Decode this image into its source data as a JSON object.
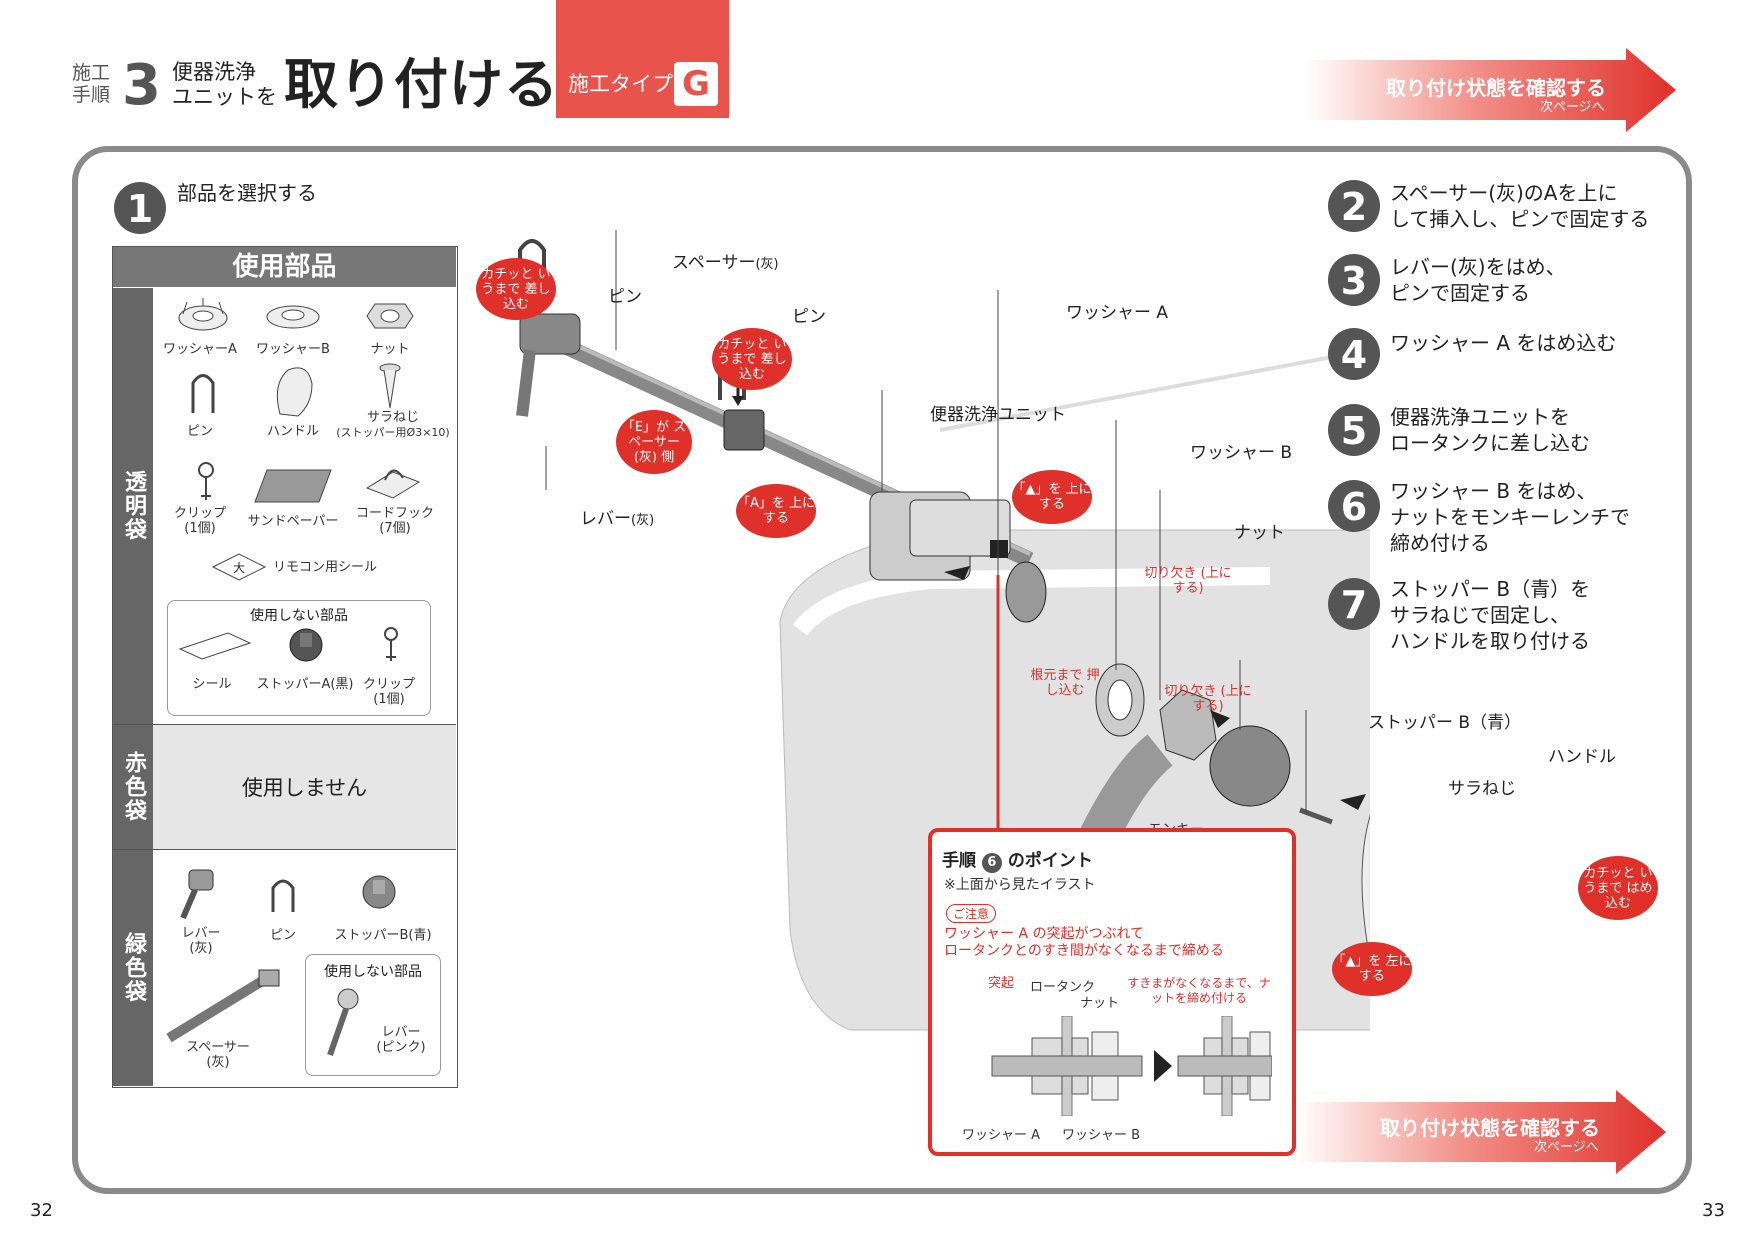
{
  "header": {
    "step_word_1": "施工",
    "step_word_2": "手順",
    "step_number": "3",
    "unit_line_1": "便器洗浄",
    "unit_line_2": "ユニットを",
    "title": "取り付ける",
    "type_label": "施工タイプ",
    "type_letter": "G"
  },
  "top_link": {
    "main": "取り付け状態を確認する",
    "sub": "次ページへ"
  },
  "bottom_link": {
    "main": "取り付け状態を確認する",
    "sub": "次ページへ"
  },
  "step1": {
    "number": "1",
    "text": "部品を選択する"
  },
  "parts": {
    "header": "使用部品",
    "clear_bag": {
      "tab": "透明袋",
      "items": [
        {
          "label": "ワッシャーA"
        },
        {
          "label": "ワッシャーB"
        },
        {
          "label": "ナット"
        },
        {
          "label": "ピン"
        },
        {
          "label": "ハンドル"
        },
        {
          "label": "サラねじ",
          "note": "(ストッパー用Ø3×10)"
        },
        {
          "label": "クリップ",
          "note": "(1個)"
        },
        {
          "label": "サンドペーパー"
        },
        {
          "label": "コードフック",
          "note": "(7個)"
        },
        {
          "label": "リモコン用シール"
        }
      ],
      "unused_title": "使用しない部品",
      "unused": [
        {
          "label": "シール"
        },
        {
          "label": "ストッパーA(黒)"
        },
        {
          "label": "クリップ",
          "note": "(1個)"
        }
      ]
    },
    "red_bag": {
      "tab": "赤色袋",
      "text": "使用しません"
    },
    "green_bag": {
      "tab": "緑色袋",
      "items": [
        {
          "label": "レバー",
          "note": "(灰)"
        },
        {
          "label": "ピン"
        },
        {
          "label": "ストッパーB(青)"
        },
        {
          "label": "スペーサー",
          "note": "(灰)"
        }
      ],
      "unused_title": "使用しない部品",
      "unused": [
        {
          "label": "レバー",
          "note": "(ピンク)"
        }
      ]
    }
  },
  "steps": [
    {
      "number": "2",
      "line1": "スペーサー(灰)のAを上に",
      "line2": "して挿入し、ピンで固定する"
    },
    {
      "number": "3",
      "line1": "レバー(灰)をはめ、",
      "line2": "ピンで固定する"
    },
    {
      "number": "4",
      "line1": "ワッシャー A をはめ込む",
      "line2": ""
    },
    {
      "number": "5",
      "line1": "便器洗浄ユニットを",
      "line2": "ロータンクに差し込む"
    },
    {
      "number": "6",
      "line1": "ワッシャー B をはめ、",
      "line2": "ナットをモンキーレンチで",
      "line3": "締め付ける"
    },
    {
      "number": "7",
      "line1": "ストッパー B（青）を",
      "line2": "サラねじで固定し、",
      "line3": "ハンドルを取り付ける"
    }
  ],
  "diagram": {
    "spacer": "スペーサー",
    "spacer_note": "(灰)",
    "pin1": "ピン",
    "pin2": "ピン",
    "lever": "レバー",
    "lever_note": "(灰)",
    "washer_a": "ワッシャー A",
    "unit": "便器洗浄ユニット",
    "washer_b": "ワッシャー B",
    "nut": "ナット",
    "stopper_b": "ストッパー B（青）",
    "handle": "ハンドル",
    "screw": "サラねじ",
    "wrench": "モンキーレンチ",
    "callout_click1": "カチッと いうまで 差し込む",
    "callout_click2": "カチッと いうまで 差し込む",
    "callout_e_side": "「E」が スペーサー (灰) 側",
    "callout_a_up": "「A」を 上にする",
    "callout_tri_up": "「▲」を 上にする",
    "callout_tri_left": "「▲」を 左にする",
    "callout_click3": "カチッと いうまで はめ込む",
    "notch1": "切り欠き (上にする)",
    "notch2": "切り欠き (上にする)",
    "push": "根元まで 押し込む"
  },
  "point": {
    "title_pre": "手順",
    "title_num": "6",
    "title_post": "のポイント",
    "subtitle": "※上面から見たイラスト",
    "caution": "ご注意",
    "warn1": "ワッシャー A の突起がつぶれて",
    "warn2": "ロータンクとのすき間がなくなるまで締める",
    "protrusion": "突起",
    "tank": "ロータンク",
    "nut": "ナット",
    "tighten": "すきまがなくなるまで、ナットを締め付ける",
    "washer_a": "ワッシャー A",
    "washer_b": "ワッシャー B"
  },
  "page_left": "32",
  "page_right": "33",
  "colors": {
    "accent": "#e0302a",
    "dark": "#555555",
    "tab": "#666666"
  }
}
